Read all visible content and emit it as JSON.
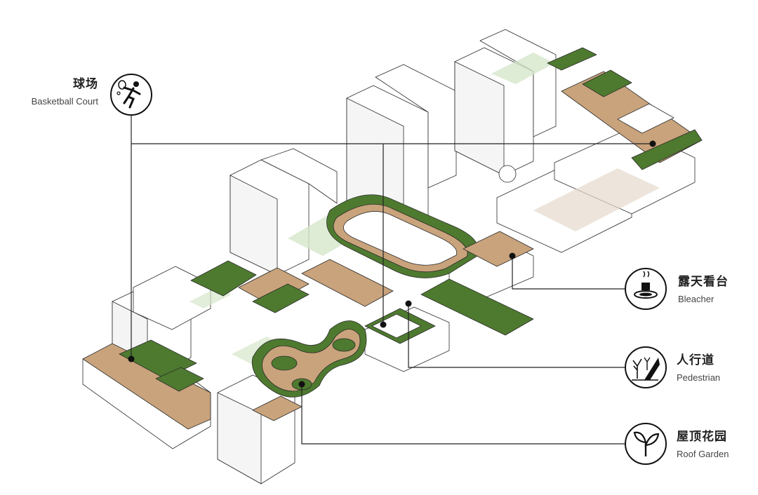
{
  "legend": [
    {
      "id": "court",
      "cn": "球场",
      "en": "Basketball Court",
      "icon": "tennis-player-icon"
    },
    {
      "id": "bleacher",
      "cn": "露天看台",
      "en": "Bleacher",
      "icon": "fountain-icon"
    },
    {
      "id": "pedestrian",
      "cn": "人行道",
      "en": "Pedestrian",
      "icon": "tree-path-icon"
    },
    {
      "id": "garden",
      "cn": "屋顶花园",
      "en": "Roof Garden",
      "icon": "sprout-icon"
    }
  ],
  "colors": {
    "grass": "#4e7a2f",
    "path": "#c9a37c",
    "building": "#ffffff",
    "outline": "#2b2b2b",
    "ghost": "#e6d8cc",
    "ghost_green": "#d6e6cb"
  }
}
